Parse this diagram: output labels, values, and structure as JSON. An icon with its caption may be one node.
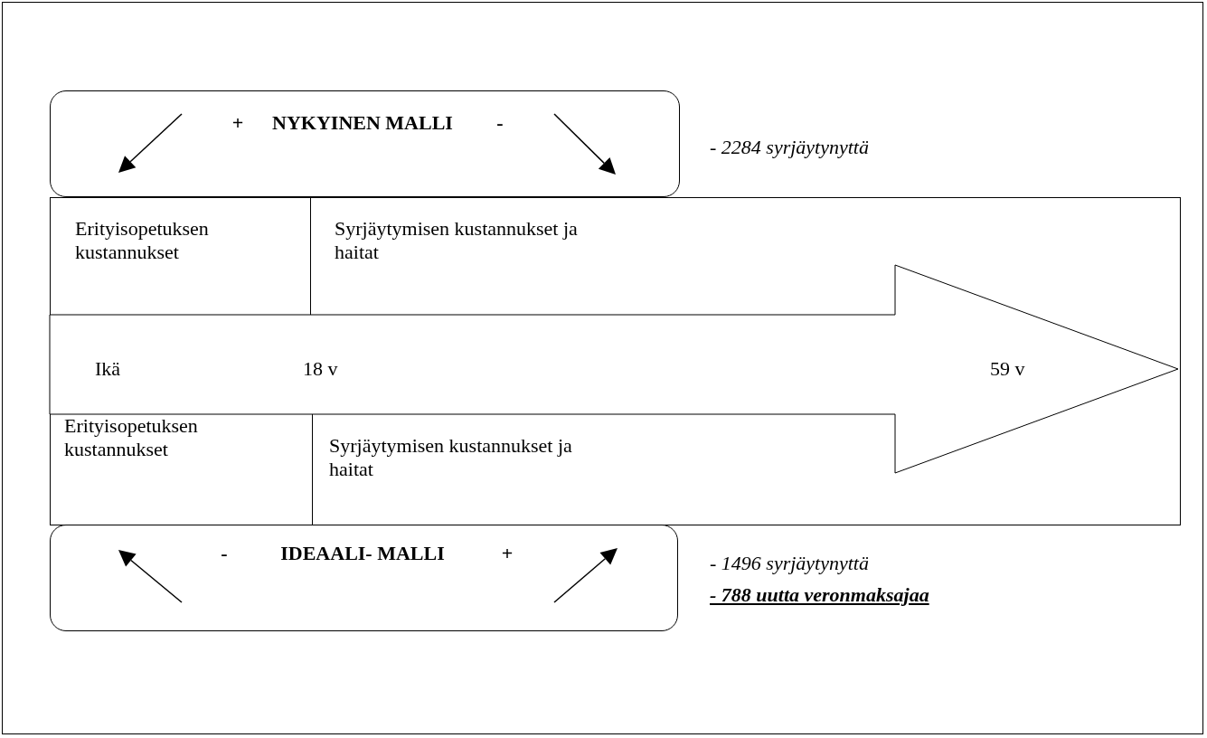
{
  "diagram": {
    "nodes": [
      {
        "text": [
          "+",
          "NYKYINEN MALLI",
          "-"
        ]
      },
      {
        "text": [
          "Erityisopetuksen kustannukset"
        ]
      },
      {
        "text": [
          "Syrjäytymisen kustannukset ja haitat"
        ]
      },
      {
        "text": [
          "Ikä",
          "18 v",
          "59 v"
        ]
      },
      {
        "text": [
          "Erityisopetuksen kustannukset"
        ]
      },
      {
        "text": [
          "Syrjäytymisen kustannukset ja haitat"
        ]
      },
      {
        "text": [
          "-",
          "IDEAALI- MALLI",
          "+"
        ]
      }
    ],
    "labels": [
      "- 2284 syrjäytynyttä",
      "- 1496 syrjäytynyttä",
      "- 788 uutta veronmaksajaa"
    ]
  }
}
